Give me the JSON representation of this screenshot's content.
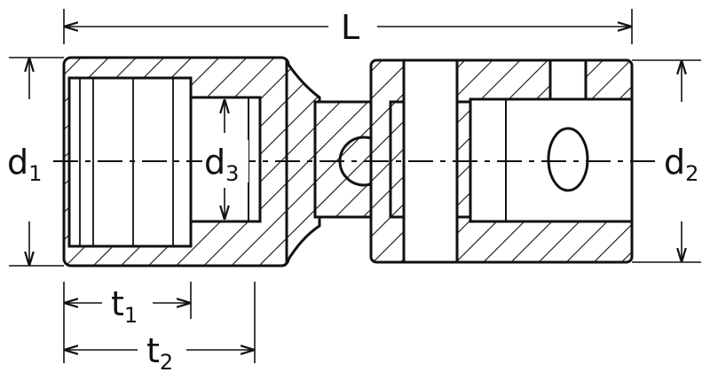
{
  "labels": {
    "length": "L",
    "d1": {
      "main": "d",
      "sub": "1"
    },
    "d2": {
      "main": "d",
      "sub": "2"
    },
    "d3": {
      "main": "d",
      "sub": "3"
    },
    "t1": {
      "main": "t",
      "sub": "1"
    },
    "t2": {
      "main": "t",
      "sub": "2"
    }
  },
  "colors": {
    "line": "#111111",
    "background": "#ffffff"
  }
}
